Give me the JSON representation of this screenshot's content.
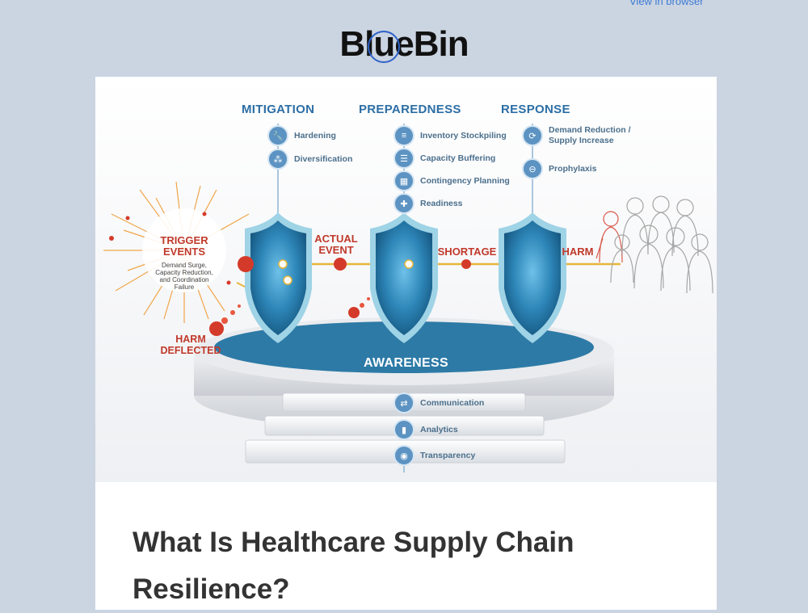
{
  "header": {
    "view_in_browser": "View in browser",
    "logo": {
      "part1": "Bl",
      "u": "u",
      "part2": "eBin"
    }
  },
  "infographic": {
    "columns": [
      {
        "heading": "MITIGATION",
        "items": [
          {
            "label": "Hardening",
            "icon": "wrench-icon"
          },
          {
            "label": "Diversification",
            "icon": "network-icon"
          }
        ]
      },
      {
        "heading": "PREPAREDNESS",
        "items": [
          {
            "label": "Inventory Stockpiling",
            "icon": "layers-icon"
          },
          {
            "label": "Capacity Buffering",
            "icon": "database-icon"
          },
          {
            "label": "Contingency Planning",
            "icon": "building-icon"
          },
          {
            "label": "Readiness",
            "icon": "first-aid-icon"
          }
        ]
      },
      {
        "heading": "RESPONSE",
        "items": [
          {
            "label": "Demand Reduction /",
            "label2": "Supply Increase",
            "icon": "circle-arrows-icon"
          },
          {
            "label": "Prophylaxis",
            "icon": "pill-icon"
          }
        ]
      }
    ],
    "trigger_events": {
      "line1": "TRIGGER",
      "line2": "EVENTS",
      "detail1": "Demand Surge,",
      "detail2": "Capacity Reduction,",
      "detail3": "and Coordination",
      "detail4": "Failure"
    },
    "actual_event": {
      "line1": "ACTUAL",
      "line2": "EVENT"
    },
    "shortage": "SHORTAGE",
    "harm": "HARM",
    "harm_deflected": {
      "line1": "HARM",
      "line2": "DEFLECTED"
    },
    "awareness": "AWARENESS",
    "steps": [
      {
        "label": "Communication",
        "icon": "handshake-icon"
      },
      {
        "label": "Analytics",
        "icon": "bar-chart-icon"
      },
      {
        "label": "Transparency",
        "icon": "eye-icon"
      }
    ]
  },
  "article": {
    "title": "What Is Healthcare Supply Chain Resilience?"
  },
  "colors": {
    "page_bg": "#cbd4e1",
    "accent_blue": "#2c6ea5",
    "alert_red": "#c0392b",
    "platform_blue": "#2d7aa6"
  }
}
